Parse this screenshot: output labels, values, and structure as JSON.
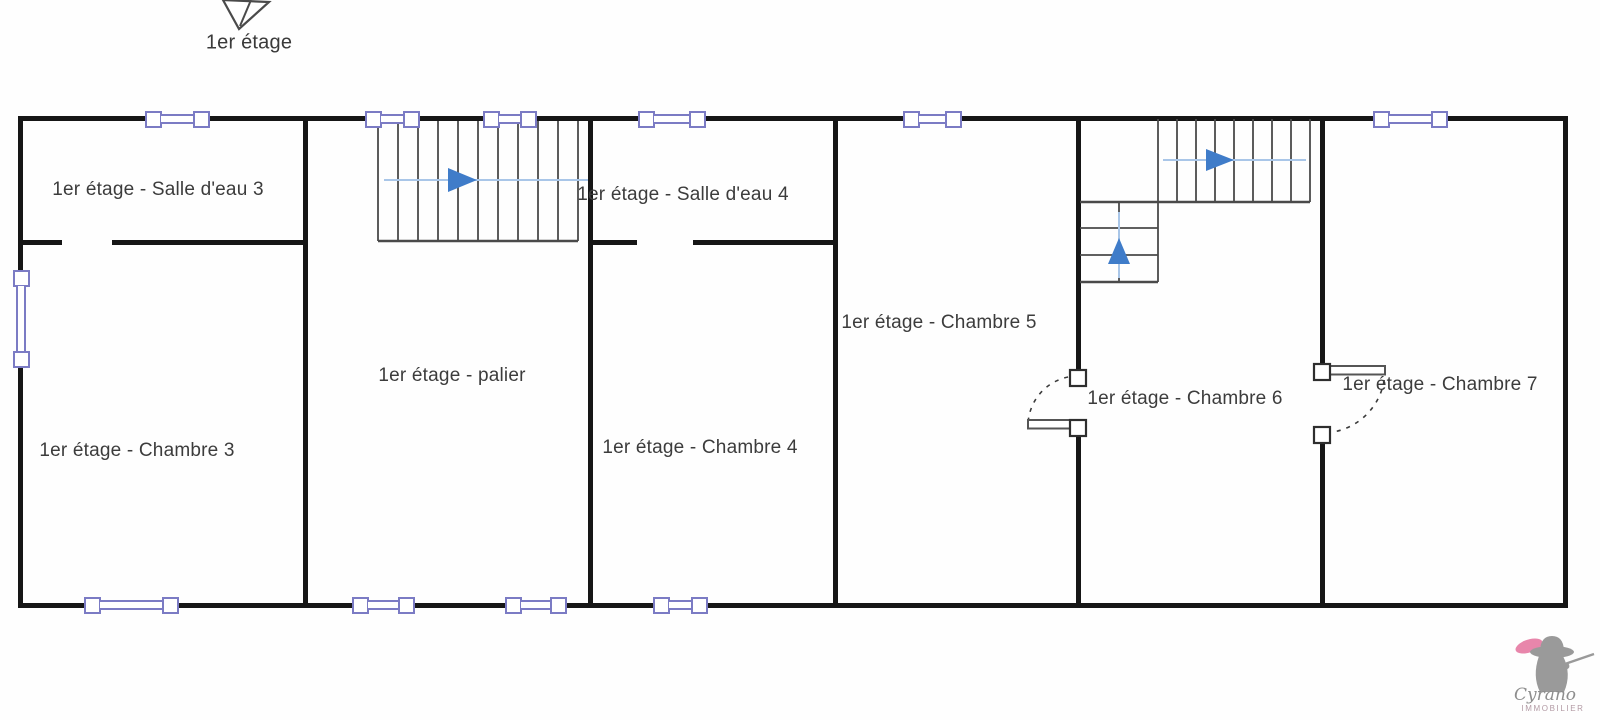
{
  "title": "1er étage",
  "rooms": [
    {
      "name": "salle-eau-3",
      "label": "1er étage - Salle d'eau 3"
    },
    {
      "name": "palier",
      "label": "1er étage - palier"
    },
    {
      "name": "salle-eau-4",
      "label": "1er étage - Salle d'eau 4"
    },
    {
      "name": "chambre-3",
      "label": "1er étage - Chambre 3"
    },
    {
      "name": "chambre-4",
      "label": "1er étage - Chambre 4"
    },
    {
      "name": "chambre-5",
      "label": "1er étage - Chambre 5"
    },
    {
      "name": "chambre-6",
      "label": "1er étage - Chambre 6"
    },
    {
      "name": "chambre-7",
      "label": "1er étage - Chambre 7"
    }
  ],
  "logo": {
    "name": "Cyrano",
    "subtitle": "IMMOBILIER"
  },
  "colors": {
    "wall": "#161616",
    "window_frame": "#7b7bc4",
    "stair_line": "#4a4a4a",
    "direction_line": "#a9c6e8",
    "direction_arrow": "#3f7cc9",
    "label_text": "#3c3c3c",
    "logo_gray": "#9a9a9a",
    "logo_pink": "#e886ab"
  }
}
